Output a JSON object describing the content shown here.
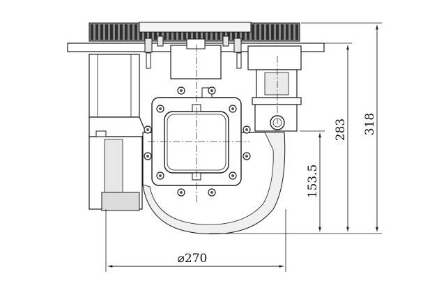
{
  "dimensions": {
    "diameter_label": "⌀270",
    "height_318": "318",
    "height_283": "283",
    "height_153_5": "153.5"
  },
  "colors": {
    "line": "#1a1a1a",
    "centerline": "#333333",
    "fill_light": "#f2f2f2",
    "fill_mid": "#d9d9d9",
    "fill_dark": "#555555",
    "gear": "#444444"
  }
}
